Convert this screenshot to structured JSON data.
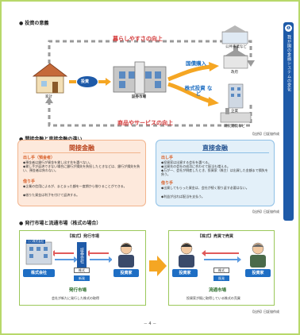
{
  "side_tab": {
    "number": "❶",
    "text": "我が国の金融システムの変化"
  },
  "section1": {
    "title": "● 投資の意義",
    "top_label": "暮らしやすさの向上",
    "bottom_label": "商品やサービスの向上",
    "household_label": "家計",
    "invest_label": "投資",
    "market_label": "証券市場",
    "arrow_bond_label": "国債購入",
    "arrow_stock_label": "株式投資 など",
    "public_label": "公共事業など",
    "govt_label": "政府",
    "company_label": "企業",
    "facility_label": "研究開発など",
    "source": "【出所】日証協作成"
  },
  "section2": {
    "title": "● 間接金融と直接金融の違い",
    "indirect": {
      "title": "間接金融",
      "lender_label": "出し手（預金者）",
      "lender_bullets": [
        "◆預金者は銀行が資金を貸し出す先を選べない。",
        "◆貸し手が返済できない場合に銀行が損失を負担したときなどは、銀行が損失を負い、預金者は負わない。"
      ],
      "borrower_label": "借り手",
      "borrower_bullets": [
        "◆企業の信用によるが、まとまった額を一度期から借りることができる。",
        "◆借りた資金は利子を付けて返済する。"
      ]
    },
    "direct": {
      "title": "直接金融",
      "lender_label": "出し手",
      "lender_bullets": [
        "◆投資家は出資する会社を選べる。",
        "◆出資先の会社の成功に合わせて配当も増える。",
        "◆万が一、会社が倒産したとき、投資家（株主）は出資した金額まで損失を負う。"
      ],
      "borrower_label": "借り手",
      "borrower_bullets": [
        "◆出資してもらった資金は、会社が続く限り返す必要はない。",
        "◆利益が出れば配当を支払う。"
      ]
    },
    "source": "【出所】日証協作成"
  },
  "section3": {
    "title": "● 発行市場と流通市場（株式の場合）",
    "primary": {
      "head": "【株式】発行市場",
      "company_tag": "株式会社",
      "company_sign": "○○株式会社",
      "securities": "証券会社",
      "investor_tag": "投資家",
      "new_tag": "新発",
      "stock_tag": "株式",
      "market_name": "発行市場",
      "desc": "会社が新たに発行した株式の取得"
    },
    "secondary": {
      "head": "【株式】売買で売買",
      "investor_left": "投資家",
      "investor_right": "投資家",
      "existing_tag": "既発",
      "stock_tag": "株式",
      "market_name": "流通市場",
      "desc": "投資家が既に取得している株式の売買"
    },
    "source": "【出所】日証協作成"
  },
  "page_number": "－ 4 －",
  "colors": {
    "frame": "#b8d86a",
    "accent_red": "#d43a3a",
    "accent_blue": "#1e6ec4",
    "accent_orange": "#f5a623",
    "indirect_bg": "#fde9dc",
    "direct_bg": "#e3f0f9"
  }
}
